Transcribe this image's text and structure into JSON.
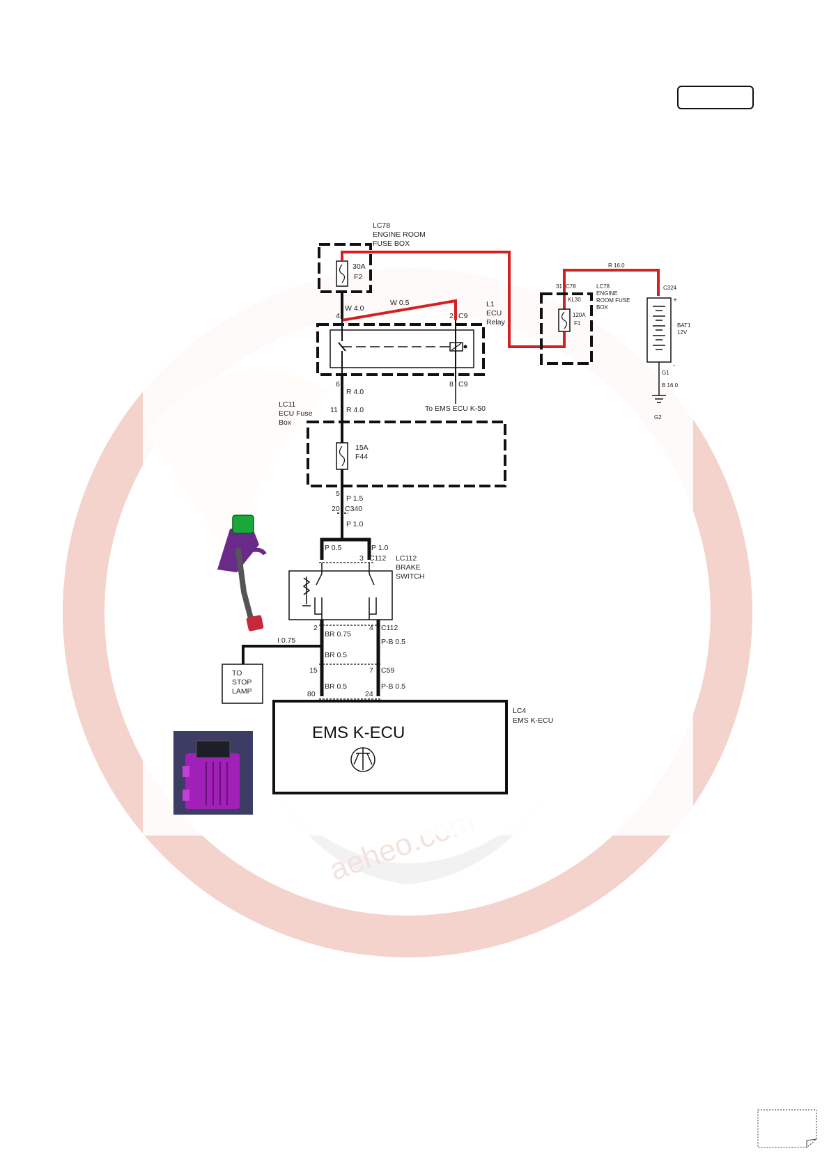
{
  "watermark": {
    "text": "aeheo.com"
  },
  "engine_room_fuse_box_lc78": {
    "line1": "LC78",
    "line2": "ENGINE ROOM",
    "line3": "FUSE BOX",
    "fuse_rating": "30A",
    "fuse_id": "F2"
  },
  "ecu_relay": {
    "line1": "L1",
    "line2": "ECU",
    "line3": "Relay",
    "wire_w05": "W 0.5",
    "wire_w40": "W 4.0",
    "pin_4": "4",
    "pin_2": "2",
    "conn_c9_top": "C9",
    "pin_6": "6",
    "pin_8": "8",
    "conn_c9_bottom": "C9",
    "wire_r40_a": "R 4.0"
  },
  "battery_side": {
    "wire_r160": "R 16.0",
    "pin_31": "31",
    "conn_c78": "C78",
    "fuse_box_line1": "LC78",
    "fuse_box_line2": "ENGINE",
    "fuse_box_line3": "ROOM FUSE",
    "fuse_box_line4": "BOX",
    "fuse_kl30": "KL30",
    "fuse_rating": "120A",
    "fuse_id": "F1",
    "conn_c324": "C324",
    "plus": "+",
    "minus": "-",
    "battery_line1": "BAT1",
    "battery_line2": "12V",
    "ground_conn": "G1",
    "wire_b160": "B 16.0",
    "ground_id": "G2"
  },
  "ecu_fuse_box_lc11": {
    "line1": "LC11",
    "line2": "ECU Fuse",
    "line3": "Box",
    "pin_11": "11",
    "wire_r40_b": "R 4.0",
    "to_ems": "To EMS ECU K-50",
    "fuse_rating": "15A",
    "fuse_id": "F44",
    "pin_5": "5",
    "wire_p15": "P 1.5",
    "pin_20": "20",
    "conn_c340": "C340",
    "wire_p10": "P 1.0"
  },
  "brake_switch_lc112": {
    "line1": "LC112",
    "line2": "BRAKE",
    "line3": "SWITCH",
    "wire_p05": "P 0.5",
    "wire_p10": "P 1.0",
    "pin_3": "3",
    "conn_c112_top": "C112",
    "pin_2": "2",
    "wire_br075": "BR 0.75",
    "pin_4": "4",
    "conn_c112_bottom": "C112",
    "wire_pb05_a": "P-B 0.5"
  },
  "stop_lamp": {
    "wire_i075": "I 0.75",
    "wire_br05_a": "BR 0.5",
    "line1": "TO",
    "line2": "STOP",
    "line3": "LAMP"
  },
  "ecu_connector": {
    "pin_15": "15",
    "pin_7": "7",
    "conn_c59": "C59",
    "wire_br05_b": "BR 0.5",
    "wire_pb05_b": "P-B 0.5",
    "pin_80": "80",
    "pin_24": "24"
  },
  "ems_kecu": {
    "title": "EMS K-ECU",
    "ref_line1": "LC4",
    "ref_line2": "EMS K-ECU"
  },
  "colors": {
    "power_wire": "#d42020",
    "line": "#111111",
    "watermark": "#e8a89a",
    "watermark_grey": "#e6e6e6",
    "ecu_module": "#a020b8",
    "pedal_bracket": "#6a2a8a",
    "pedal_connector": "#1aa83a",
    "pedal_pad": "#c8283a"
  }
}
